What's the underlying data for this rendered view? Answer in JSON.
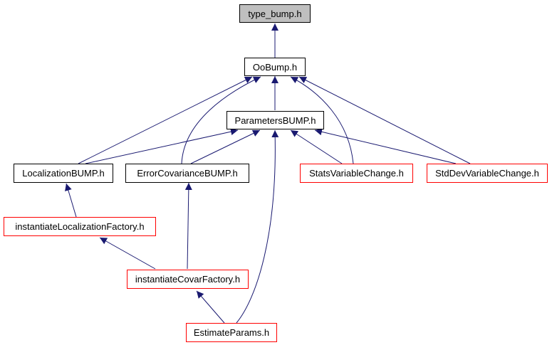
{
  "colors": {
    "edge": "#191970",
    "node_border": "#000000",
    "node_border_incomplete": "#ff0000",
    "root_fill": "#bfbfbf"
  },
  "nodes": {
    "type_bump": "type_bump.h",
    "oobump": "OoBump.h",
    "parametersbump": "ParametersBUMP.h",
    "localizationbump": "LocalizationBUMP.h",
    "errorcovariancebump": "ErrorCovarianceBUMP.h",
    "statsvariablechange": "StatsVariableChange.h",
    "stddevvariablechange": "StdDevVariableChange.h",
    "instantiatelocalizationfactory": "instantiateLocalizationFactory.h",
    "instantiatecovarfactory": "instantiateCovarFactory.h",
    "estimateparams": "EstimateParams.h"
  }
}
